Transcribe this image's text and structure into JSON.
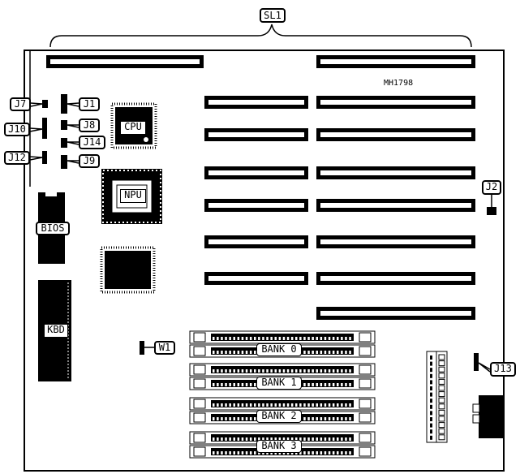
{
  "title_label": "SL1",
  "model": "MH1798",
  "chips": {
    "cpu": "CPU",
    "npu": "NPU",
    "bios": "BIOS",
    "kbd": "KBD"
  },
  "jumpers": {
    "j1": "J1",
    "j2": "J2",
    "j7": "J7",
    "j8": "J8",
    "j9": "J9",
    "j10": "J10",
    "j12": "J12",
    "j13": "J13",
    "j14": "J14",
    "w1": "W1"
  },
  "banks": [
    "BANK 0",
    "BANK 1",
    "BANK 2",
    "BANK 3"
  ]
}
